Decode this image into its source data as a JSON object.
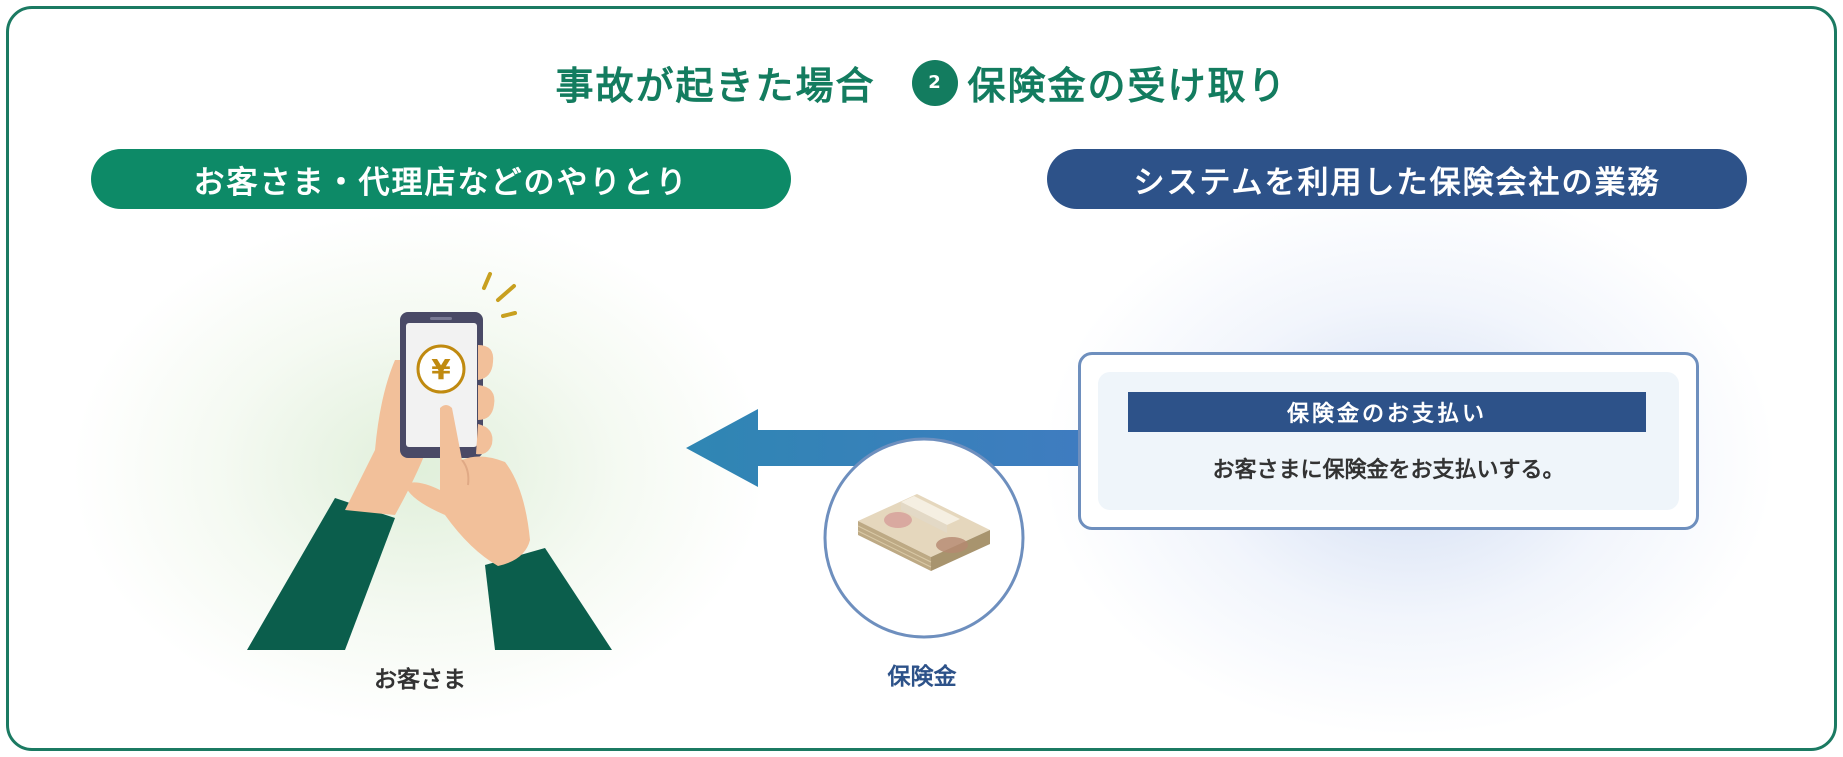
{
  "title": {
    "main": "事故が起きた場合",
    "step_number": "2",
    "step_label": "保険金の受け取り"
  },
  "left_section": {
    "heading": "お客さま・代理店などのやりとり",
    "customer_label": "お客さま",
    "phone_symbol": "¥"
  },
  "right_section": {
    "heading": "システムを利用した保険会社の業務",
    "box_title": "保険金のお支払い",
    "box_text": "お客さまに保険金をお支払いする。"
  },
  "flow": {
    "money_label": "保険金"
  },
  "colors": {
    "green": "#137c5f",
    "green_pill": "#0d8a67",
    "dark_green": "#0b5e4c",
    "navy": "#2d5289",
    "arrow_start": "#2f86b3",
    "arrow_end": "#3f7cc0",
    "gold": "#c08a10"
  }
}
